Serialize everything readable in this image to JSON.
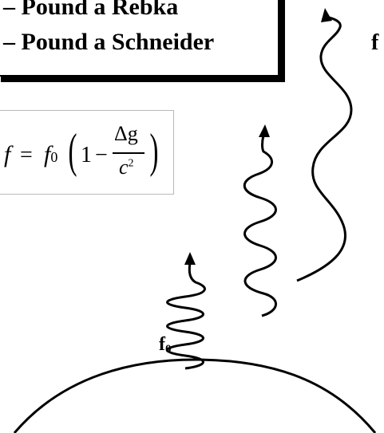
{
  "caption": {
    "line1": "– Pound a Rebka",
    "line2": "– Pound a Schneider"
  },
  "formula": {
    "lhs": "f",
    "equals": "=",
    "f0": "f",
    "f0_sub": "0",
    "one": "1",
    "minus": "−",
    "numerator": "Δg",
    "denominator": "c",
    "denominator_power": "2"
  },
  "labels": {
    "f0_base": "f",
    "f0_sub": "0",
    "right_frequency": "f"
  },
  "colors": {
    "ink": "#000000",
    "formula_border": "#b9b9b9"
  }
}
